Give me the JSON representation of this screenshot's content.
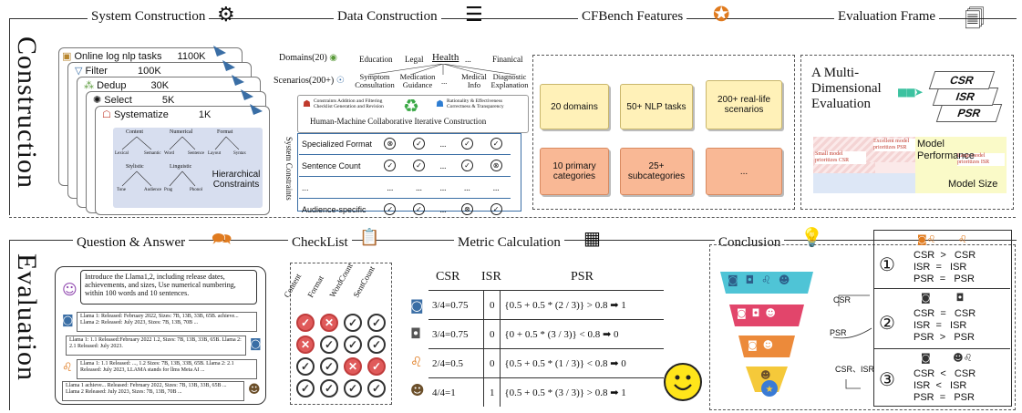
{
  "construction_label": "Construction",
  "evaluation_label": "Evaluation",
  "headers": {
    "system": "System Construction",
    "data": "Data Construction",
    "features": "CFBench Features",
    "evalframe": "Evaluation Frame",
    "qa": "Question & Answer",
    "checklist": "CheckList",
    "metric": "Metric Calculation",
    "conclusion": "Conclusion"
  },
  "pipeline": [
    {
      "label": "Online log nlp tasks",
      "count": "1100K"
    },
    {
      "label": "Filter",
      "count": "100K"
    },
    {
      "label": "Dedup",
      "count": "30K"
    },
    {
      "label": "Select",
      "count": "5K"
    },
    {
      "label": "Systematize",
      "count": "1K"
    }
  ],
  "constraint_tree": {
    "row1": [
      "Content",
      "Numerical",
      "Format"
    ],
    "row1_leaves": [
      "Lexical",
      "Semantic",
      "Word",
      "Sentence",
      "Layout",
      "Syntax"
    ],
    "row2": [
      "Stylistic",
      "Linguistic"
    ],
    "row2_leaves": [
      "Tone",
      "Audience",
      "Prag",
      "Phonol"
    ],
    "caption": "Hierarchical Constraints"
  },
  "data_construction": {
    "domains_label": "Domains(20)",
    "domains": [
      "Education",
      "Legal",
      "Health",
      "...",
      "Finanical"
    ],
    "scenarios_label": "Scenarios(200+)",
    "scenarios": [
      "Symptom Consultation",
      "Medication Guidance",
      "...",
      "Medical Info",
      "Diagnostic Explanation"
    ],
    "left_note": "Constraints Addition and Filtering Checklist Generation and Revision",
    "right_note": "Rationality & Effectiveness Correctness & Transparency",
    "collab": "Human-Machine Collaborative Iterative  Construction",
    "table_side": "System Constraints",
    "rows": [
      {
        "label": "Specialized Format",
        "cells": [
          "⊗",
          "✓",
          "...",
          "✓",
          "✓"
        ]
      },
      {
        "label": "Sentence Count",
        "cells": [
          "✓",
          "✓",
          "...",
          "✓",
          "⊗"
        ]
      },
      {
        "label": "...",
        "cells": [
          "...",
          "...",
          "...",
          "...",
          "..."
        ]
      },
      {
        "label": "Audience-specific",
        "cells": [
          "✓",
          "✓",
          "...",
          "⊗",
          "✓"
        ]
      }
    ]
  },
  "features": {
    "yellow": [
      "20 domains",
      "50+ NLP tasks",
      "200+ real-life scenarios"
    ],
    "salmon": [
      "10 primary categories",
      "25+ subcategories",
      "..."
    ]
  },
  "evalframe": {
    "title": "A Multi-Dimensional Evaluation",
    "layers": [
      "CSR",
      "ISR",
      "PSR"
    ],
    "small_note": "Small model prioritizes CSR",
    "excellent_note": "Excellent model prioritizes PSR",
    "large_note": "Large model prioritizes ISR",
    "ylabel": "Model Performance",
    "xlabel": "Model Size"
  },
  "qa": {
    "question": "Introduce the Llama1,2, including release dates, achievements, and sizes, Use numerical numbering, within 100 words and 10 sentences.",
    "answers": [
      "Llama 1: Released:  February 2022, Sizes: 7B, 13B, 33B, 65B. achieve... Llama 2: Released: July 2023, Sizes: 7B, 13B, 70B ...",
      "Llama 1: 1.1 Released:February 2022 1.2, Sizes: 7B, 13B, 33B, 65B. Llama 2: 2.1 Released: July 2023.",
      "Llama 1: 1.1 Released: ..., 1.2 Sizes: 7B, 13B, 33B, 65B. Llama 2: 2.1 Released: July 2023, LLAMA stands for llms Meta  AI ...",
      "Llama 1 achieve... Released: February 2022, Sizes: 7B, 13B, 33B, 65B ... Llama 2 Released: July 2023, Sizes: 7B, 13B, 70B ..."
    ]
  },
  "checklist": {
    "columns": [
      "Content",
      "Format",
      "WordCount",
      "SentCount"
    ],
    "rows": [
      [
        "✓",
        "✕",
        "✓",
        "✓"
      ],
      [
        "✕",
        "✓",
        "✓",
        "✓"
      ],
      [
        "✓",
        "✓",
        "✕",
        "✓"
      ],
      [
        "✓",
        "✓",
        "✓",
        "✓"
      ]
    ]
  },
  "metric": {
    "headers": [
      "CSR",
      "ISR",
      "PSR"
    ],
    "rows": [
      {
        "csr": "3/4=0.75",
        "isr": "0",
        "psr": "{0.5 + 0.5 * (2 / 3)} > 0.8 ➡ 1"
      },
      {
        "csr": "3/4=0.75",
        "isr": "0",
        "psr": "{0    + 0.5 * (3 / 3)} < 0.8 ➡ 0"
      },
      {
        "csr": "2/4=0.5",
        "isr": "0",
        "psr": "{0.5 + 0.5 * (1 / 3)} < 0.8 ➡ 0"
      },
      {
        "csr": "4/4=1",
        "isr": "1",
        "psr": "{0.5 + 0.5 * (3 / 3)} > 0.8 ➡ 1"
      }
    ]
  },
  "conclusion": {
    "funnel_labels": [
      "CSR",
      "PSR",
      "CSR、ISR"
    ],
    "cases": [
      {
        "num": "①",
        "lines": [
          "CSR  >   CSR",
          "ISR  =   ISR",
          "PSR  =   PSR"
        ]
      },
      {
        "num": "②",
        "lines": [
          "CSR  =   CSR",
          "ISR  =   ISR",
          "PSR  >   PSR"
        ]
      },
      {
        "num": "③",
        "lines": [
          "CSR  <   CSR",
          "ISR  <   ISR",
          "PSR  =   PSR"
        ]
      }
    ]
  },
  "colors": {
    "blue": "#3a6ea5",
    "yellow": "#fff1b8",
    "salmon": "#f9b895",
    "red": "#e05a5a"
  }
}
